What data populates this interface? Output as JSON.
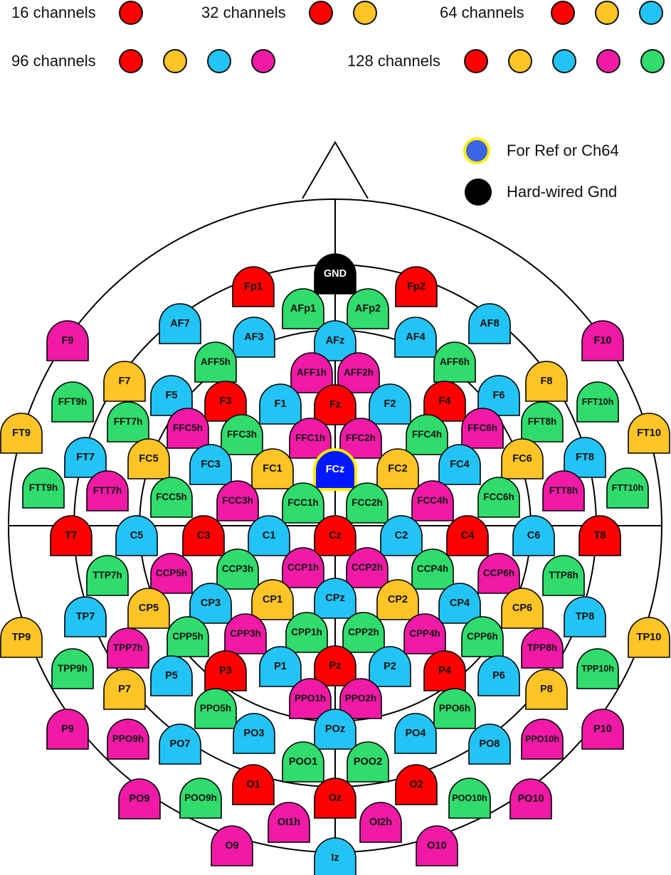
{
  "colors": {
    "red": "#ff0000",
    "orange": "#ffc425",
    "cyan": "#22c4f5",
    "magenta": "#f01aa6",
    "green": "#2fdc6c",
    "gnd": "#000000",
    "ref": "#0018ff",
    "ref_border": "#ffee00"
  },
  "legend": {
    "rows": [
      {
        "label": "16 channels",
        "dots": [
          "red"
        ]
      },
      {
        "label": "32 channels",
        "dots": [
          "red",
          "orange"
        ]
      },
      {
        "label": "64 channels",
        "dots": [
          "red",
          "orange",
          "cyan"
        ]
      },
      {
        "label": "96 channels",
        "dots": [
          "red",
          "orange",
          "cyan",
          "magenta"
        ]
      },
      {
        "label": "128 channels",
        "dots": [
          "red",
          "orange",
          "cyan",
          "magenta",
          "green"
        ]
      }
    ],
    "ref_label": "For Ref or Ch64",
    "gnd_label": "Hard-wired Gnd"
  },
  "electrodes": [
    {
      "label": "GND",
      "color": "gnd"
    },
    {
      "label": "Fp1",
      "color": "red"
    },
    {
      "label": "Fp2",
      "color": "red"
    },
    {
      "label": "AFp1",
      "color": "green"
    },
    {
      "label": "AFp2",
      "color": "green"
    },
    {
      "label": "AF7",
      "color": "cyan"
    },
    {
      "label": "AF3",
      "color": "cyan"
    },
    {
      "label": "AFz",
      "color": "cyan"
    },
    {
      "label": "AF4",
      "color": "cyan"
    },
    {
      "label": "AF8",
      "color": "cyan"
    },
    {
      "label": "F9",
      "color": "magenta"
    },
    {
      "label": "F10",
      "color": "magenta"
    },
    {
      "label": "AFF5h",
      "color": "green"
    },
    {
      "label": "AFF1h",
      "color": "magenta"
    },
    {
      "label": "AFF2h",
      "color": "magenta"
    },
    {
      "label": "AFF6h",
      "color": "green"
    },
    {
      "label": "F7",
      "color": "orange"
    },
    {
      "label": "F8",
      "color": "orange"
    },
    {
      "label": "FFT9h",
      "color": "green"
    },
    {
      "label": "F5",
      "color": "cyan"
    },
    {
      "label": "F3",
      "color": "red"
    },
    {
      "label": "F1",
      "color": "cyan"
    },
    {
      "label": "Fz",
      "color": "red"
    },
    {
      "label": "F2",
      "color": "cyan"
    },
    {
      "label": "F4",
      "color": "red"
    },
    {
      "label": "F6",
      "color": "cyan"
    },
    {
      "label": "FFT10h",
      "color": "green"
    },
    {
      "label": "FFT7h",
      "color": "green"
    },
    {
      "label": "FFT8h",
      "color": "green"
    },
    {
      "label": "FT9",
      "color": "orange"
    },
    {
      "label": "FT10",
      "color": "orange"
    },
    {
      "label": "FFC5h",
      "color": "magenta"
    },
    {
      "label": "FFC3h",
      "color": "green"
    },
    {
      "label": "FFC1h",
      "color": "magenta"
    },
    {
      "label": "FFC2h",
      "color": "magenta"
    },
    {
      "label": "FFC4h",
      "color": "green"
    },
    {
      "label": "FFC6h",
      "color": "magenta"
    },
    {
      "label": "FT7",
      "color": "cyan"
    },
    {
      "label": "FT8",
      "color": "cyan"
    },
    {
      "label": "FC5",
      "color": "orange"
    },
    {
      "label": "FC3",
      "color": "cyan"
    },
    {
      "label": "FC1",
      "color": "orange"
    },
    {
      "label": "FCz",
      "color": "ref"
    },
    {
      "label": "FC2",
      "color": "orange"
    },
    {
      "label": "FC4",
      "color": "cyan"
    },
    {
      "label": "FC6",
      "color": "orange"
    },
    {
      "label": "FTT9h",
      "color": "green"
    },
    {
      "label": "FTT10h",
      "color": "green"
    },
    {
      "label": "FTT7h",
      "color": "magenta"
    },
    {
      "label": "FTT8h",
      "color": "magenta"
    },
    {
      "label": "FCC5h",
      "color": "green"
    },
    {
      "label": "FCC3h",
      "color": "magenta"
    },
    {
      "label": "FCC1h",
      "color": "green"
    },
    {
      "label": "FCC2h",
      "color": "green"
    },
    {
      "label": "FCC4h",
      "color": "magenta"
    },
    {
      "label": "FCC6h",
      "color": "green"
    },
    {
      "label": "T7",
      "color": "red"
    },
    {
      "label": "C5",
      "color": "cyan"
    },
    {
      "label": "C3",
      "color": "red"
    },
    {
      "label": "C1",
      "color": "cyan"
    },
    {
      "label": "Cz",
      "color": "red"
    },
    {
      "label": "C2",
      "color": "cyan"
    },
    {
      "label": "C4",
      "color": "red"
    },
    {
      "label": "C6",
      "color": "cyan"
    },
    {
      "label": "T8",
      "color": "red"
    },
    {
      "label": "TTP7h",
      "color": "green"
    },
    {
      "label": "CCP5h",
      "color": "magenta"
    },
    {
      "label": "CCP3h",
      "color": "green"
    },
    {
      "label": "CCP1h",
      "color": "magenta"
    },
    {
      "label": "CCP2h",
      "color": "magenta"
    },
    {
      "label": "CCP4h",
      "color": "green"
    },
    {
      "label": "CCP6h",
      "color": "magenta"
    },
    {
      "label": "TTP8h",
      "color": "green"
    },
    {
      "label": "CP5",
      "color": "orange"
    },
    {
      "label": "CP3",
      "color": "cyan"
    },
    {
      "label": "CP1",
      "color": "orange"
    },
    {
      "label": "CPz",
      "color": "cyan"
    },
    {
      "label": "CP2",
      "color": "orange"
    },
    {
      "label": "CP4",
      "color": "cyan"
    },
    {
      "label": "CP6",
      "color": "orange"
    },
    {
      "label": "TP7",
      "color": "cyan"
    },
    {
      "label": "TP8",
      "color": "cyan"
    },
    {
      "label": "TP9",
      "color": "orange"
    },
    {
      "label": "TP10",
      "color": "orange"
    },
    {
      "label": "TPP7h",
      "color": "magenta"
    },
    {
      "label": "CPP5h",
      "color": "green"
    },
    {
      "label": "CPP3h",
      "color": "magenta"
    },
    {
      "label": "CPP1h",
      "color": "green"
    },
    {
      "label": "CPP2h",
      "color": "green"
    },
    {
      "label": "CPP4h",
      "color": "magenta"
    },
    {
      "label": "CPP6h",
      "color": "green"
    },
    {
      "label": "TPP8h",
      "color": "magenta"
    },
    {
      "label": "TPP9h",
      "color": "green"
    },
    {
      "label": "TPP10h",
      "color": "green"
    },
    {
      "label": "P5",
      "color": "cyan"
    },
    {
      "label": "P3",
      "color": "red"
    },
    {
      "label": "P1",
      "color": "cyan"
    },
    {
      "label": "Pz",
      "color": "red"
    },
    {
      "label": "P2",
      "color": "cyan"
    },
    {
      "label": "P4",
      "color": "red"
    },
    {
      "label": "P6",
      "color": "cyan"
    },
    {
      "label": "P7",
      "color": "orange"
    },
    {
      "label": "P8",
      "color": "orange"
    },
    {
      "label": "PPO5h",
      "color": "green"
    },
    {
      "label": "PPO1h",
      "color": "magenta"
    },
    {
      "label": "PPO2h",
      "color": "magenta"
    },
    {
      "label": "PPO6h",
      "color": "green"
    },
    {
      "label": "P9",
      "color": "magenta"
    },
    {
      "label": "P10",
      "color": "magenta"
    },
    {
      "label": "PPO9h",
      "color": "magenta"
    },
    {
      "label": "PPO10h",
      "color": "magenta"
    },
    {
      "label": "PO7",
      "color": "cyan"
    },
    {
      "label": "PO3",
      "color": "cyan"
    },
    {
      "label": "POz",
      "color": "cyan"
    },
    {
      "label": "PO4",
      "color": "cyan"
    },
    {
      "label": "PO8",
      "color": "cyan"
    },
    {
      "label": "POO1",
      "color": "green"
    },
    {
      "label": "POO2",
      "color": "green"
    },
    {
      "label": "PO9",
      "color": "magenta"
    },
    {
      "label": "PO10",
      "color": "magenta"
    },
    {
      "label": "POO9h",
      "color": "green"
    },
    {
      "label": "POO10h",
      "color": "green"
    },
    {
      "label": "O1",
      "color": "red"
    },
    {
      "label": "Oz",
      "color": "red"
    },
    {
      "label": "O2",
      "color": "red"
    },
    {
      "label": "OI1h",
      "color": "magenta"
    },
    {
      "label": "OI2h",
      "color": "magenta"
    },
    {
      "label": "O9",
      "color": "magenta"
    },
    {
      "label": "O10",
      "color": "magenta"
    },
    {
      "label": "Iz",
      "color": "cyan"
    }
  ]
}
